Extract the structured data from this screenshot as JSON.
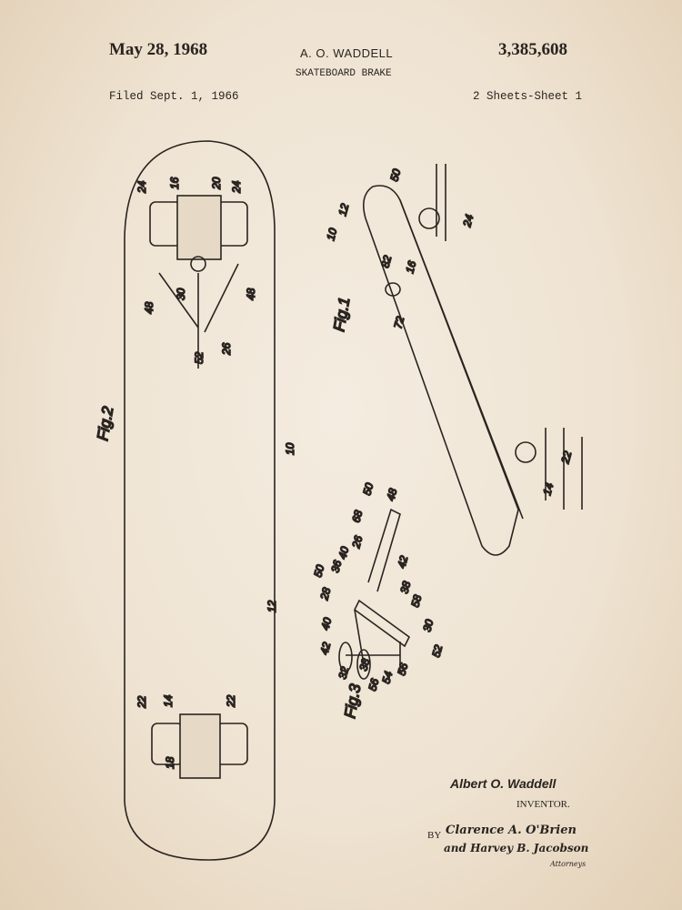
{
  "header": {
    "date": "May 28, 1968",
    "inventor_name": "A. O. WADDELL",
    "title": "SKATEBOARD BRAKE",
    "patent_number": "3,385,608",
    "filed": "Filed Sept. 1, 1966",
    "sheets": "2 Sheets-Sheet 1"
  },
  "figures": {
    "fig1": "Fig.1",
    "fig2": "Fig.2",
    "fig3": "Fig.3"
  },
  "fig2_labels": [
    "24",
    "16",
    "20",
    "24",
    "48",
    "30",
    "48",
    "52",
    "26",
    "10",
    "12",
    "22",
    "14",
    "22",
    "18"
  ],
  "fig1_labels": [
    "12",
    "50",
    "10",
    "24",
    "82",
    "16",
    "72",
    "22",
    "14"
  ],
  "fig3_labels": [
    "50",
    "68",
    "48",
    "26",
    "40",
    "36",
    "50",
    "28",
    "40",
    "42",
    "42",
    "38",
    "58",
    "30",
    "32",
    "38",
    "56",
    "54",
    "56",
    "52"
  ],
  "footer": {
    "inventor_signature": "Albert O. Waddell",
    "inventor_label": "INVENTOR.",
    "by": "BY",
    "attorney_line1": "Clarence A. O'Brien",
    "attorney_line2": "and Harvey B. Jacobson",
    "attorneys_label": "Attorneys"
  }
}
